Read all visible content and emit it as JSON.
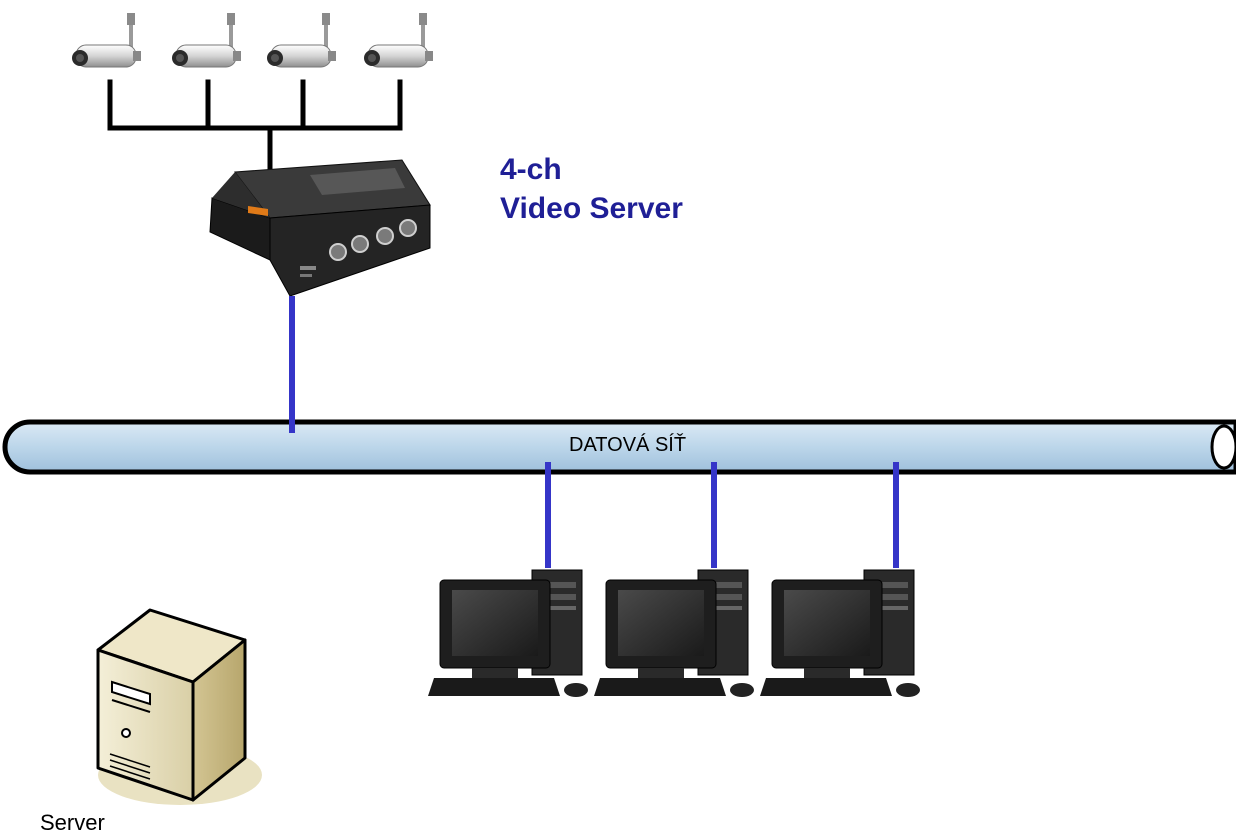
{
  "video_server": {
    "line1": "4-ch",
    "line2": "Video Server"
  },
  "network": {
    "label": "DATOVÁ SÍŤ"
  },
  "server": {
    "label": "Server"
  },
  "devices": {
    "cameras": [
      "camera",
      "camera",
      "camera",
      "camera"
    ],
    "workstations": [
      "workstation",
      "workstation",
      "workstation"
    ]
  },
  "colors": {
    "title": "#1f1f96",
    "network_link": "#3535c8",
    "network_pipe": "#bcd6ea",
    "camera_wire": "#000000"
  }
}
